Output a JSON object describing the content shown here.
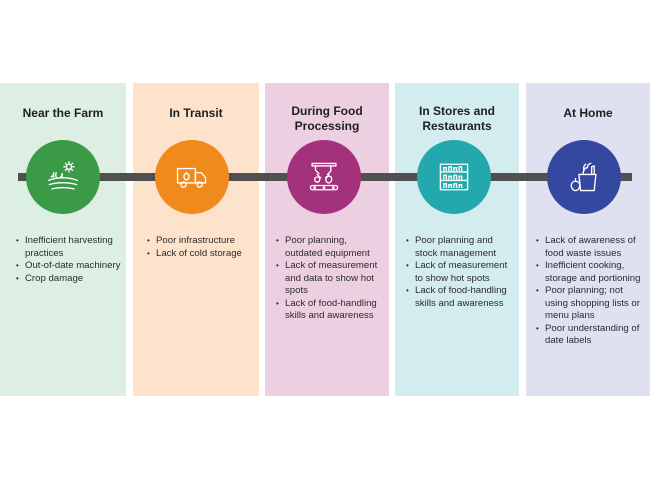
{
  "colors": {
    "farm_bg": "#dcefe2",
    "transit_bg": "#fde3cc",
    "processing_bg": "#eccfe0",
    "stores_bg": "#d3ecef",
    "home_bg": "#dfe1f0",
    "farm_circle": "#3a9a46",
    "transit_circle": "#f08a1c",
    "processing_circle": "#a3317c",
    "stores_circle": "#23a8ad",
    "home_circle": "#3448a0",
    "connector": "#505050"
  },
  "stages": [
    {
      "title": [
        "Near the Farm"
      ],
      "icon": "farm-field-icon",
      "bullets": [
        "Inefficient harvesting practices",
        "Out-of-date machinery",
        "Crop damage"
      ]
    },
    {
      "title": [
        "In Transit"
      ],
      "icon": "delivery-truck-icon",
      "bullets": [
        "Poor infrastructure",
        "Lack of cold storage"
      ]
    },
    {
      "title": [
        "During Food",
        "Processing"
      ],
      "icon": "robotic-arm-icon",
      "bullets": [
        "Poor planning, outdated equipment",
        "Lack of measurement and data to show hot spots",
        "Lack of food-handling skills and awareness"
      ]
    },
    {
      "title": [
        "In Stores and",
        "Restaurants"
      ],
      "icon": "store-shelves-icon",
      "bullets": [
        "Poor planning and stock management",
        "Lack of measurement to show hot spots",
        "Lack of food-handling skills and awareness"
      ]
    },
    {
      "title": [
        "At Home"
      ],
      "icon": "grocery-bag-icon",
      "bullets": [
        "Lack of awareness of food waste issues",
        "Inefficient cooking, storage and portioning",
        "Poor planning; not using shopping lists or menu plans",
        "Poor understanding of date labels"
      ]
    }
  ]
}
